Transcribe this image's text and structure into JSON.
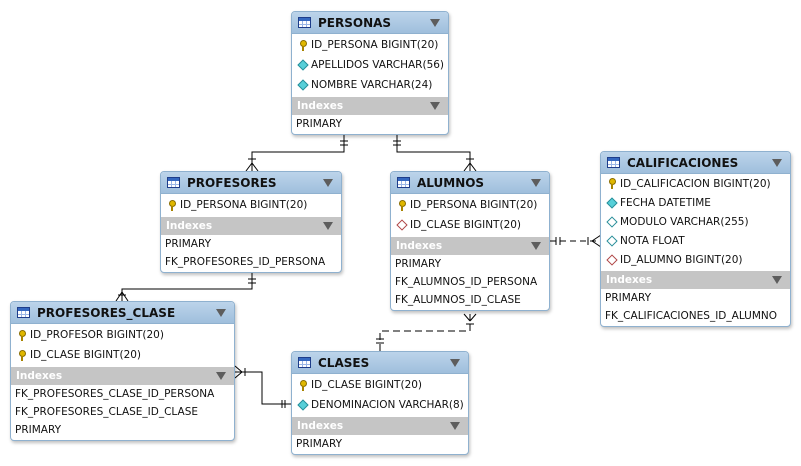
{
  "tables": {
    "personas": {
      "title": "PERSONAS",
      "columns": [
        {
          "text": "ID_PERSONA BIGINT(20)",
          "icon": "primary-key-icon"
        },
        {
          "text": "APELLIDOS VARCHAR(56)",
          "icon": "column-icon"
        },
        {
          "text": "NOMBRE VARCHAR(24)",
          "icon": "column-icon"
        }
      ],
      "indexes_label": "Indexes",
      "indexes": [
        "PRIMARY"
      ]
    },
    "profesores": {
      "title": "PROFESORES",
      "columns": [
        {
          "text": "ID_PERSONA BIGINT(20)",
          "icon": "primary-key-icon"
        }
      ],
      "indexes_label": "Indexes",
      "indexes": [
        "PRIMARY",
        "FK_PROFESORES_ID_PERSONA"
      ]
    },
    "alumnos": {
      "title": "ALUMNOS",
      "columns": [
        {
          "text": "ID_PERSONA BIGINT(20)",
          "icon": "primary-key-icon"
        },
        {
          "text": "ID_CLASE BIGINT(20)",
          "icon": "foreign-key-icon"
        }
      ],
      "indexes_label": "Indexes",
      "indexes": [
        "PRIMARY",
        "FK_ALUMNOS_ID_PERSONA",
        "FK_ALUMNOS_ID_CLASE"
      ]
    },
    "calificaciones": {
      "title": "CALIFICACIONES",
      "columns": [
        {
          "text": "ID_CALIFICACION BIGINT(20)",
          "icon": "primary-key-icon"
        },
        {
          "text": "FECHA DATETIME",
          "icon": "column-icon"
        },
        {
          "text": "MODULO VARCHAR(255)",
          "icon": "nullable-column-icon"
        },
        {
          "text": "NOTA FLOAT",
          "icon": "nullable-column-icon"
        },
        {
          "text": "ID_ALUMNO BIGINT(20)",
          "icon": "foreign-key-icon"
        }
      ],
      "indexes_label": "Indexes",
      "indexes": [
        "PRIMARY",
        "FK_CALIFICACIONES_ID_ALUMNO"
      ]
    },
    "profesores_clase": {
      "title": "PROFESORES_CLASE",
      "columns": [
        {
          "text": "ID_PROFESOR BIGINT(20)",
          "icon": "primary-key-icon"
        },
        {
          "text": "ID_CLASE BIGINT(20)",
          "icon": "primary-key-icon"
        }
      ],
      "indexes_label": "Indexes",
      "indexes": [
        "FK_PROFESORES_CLASE_ID_PERSONA",
        "FK_PROFESORES_CLASE_ID_CLASE",
        "PRIMARY"
      ]
    },
    "clases": {
      "title": "CLASES",
      "columns": [
        {
          "text": "ID_CLASE BIGINT(20)",
          "icon": "primary-key-icon"
        },
        {
          "text": "DENOMINACION VARCHAR(8)",
          "icon": "column-icon"
        }
      ],
      "indexes_label": "Indexes",
      "indexes": [
        "PRIMARY"
      ]
    }
  }
}
